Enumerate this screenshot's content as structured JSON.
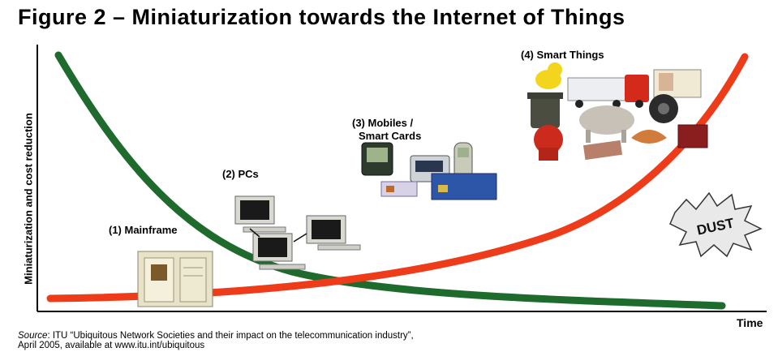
{
  "title": "Figure 2 – Miniaturization towards the Internet of Things",
  "y_axis_label": "Miniaturization and cost reduction",
  "x_axis_label": "Time",
  "stages": [
    {
      "label": "(1) Mainframe"
    },
    {
      "label": "(2) PCs"
    },
    {
      "label_line1": "(3) Mobiles /",
      "label_line2": "Smart Cards"
    },
    {
      "label": "(4) Smart Things"
    }
  ],
  "dust_text": "DUST",
  "source": {
    "key": "Source",
    "line1_rest": ": ITU “Ubiquitous Network Societies and their impact on the telecommunication industry”,",
    "line2": "April 2005, available at www.itu.int/ubiquitous"
  },
  "colors": {
    "green_curve": "#1f6b2d",
    "red_curve": "#ee3b1a",
    "axis": "#000000"
  }
}
